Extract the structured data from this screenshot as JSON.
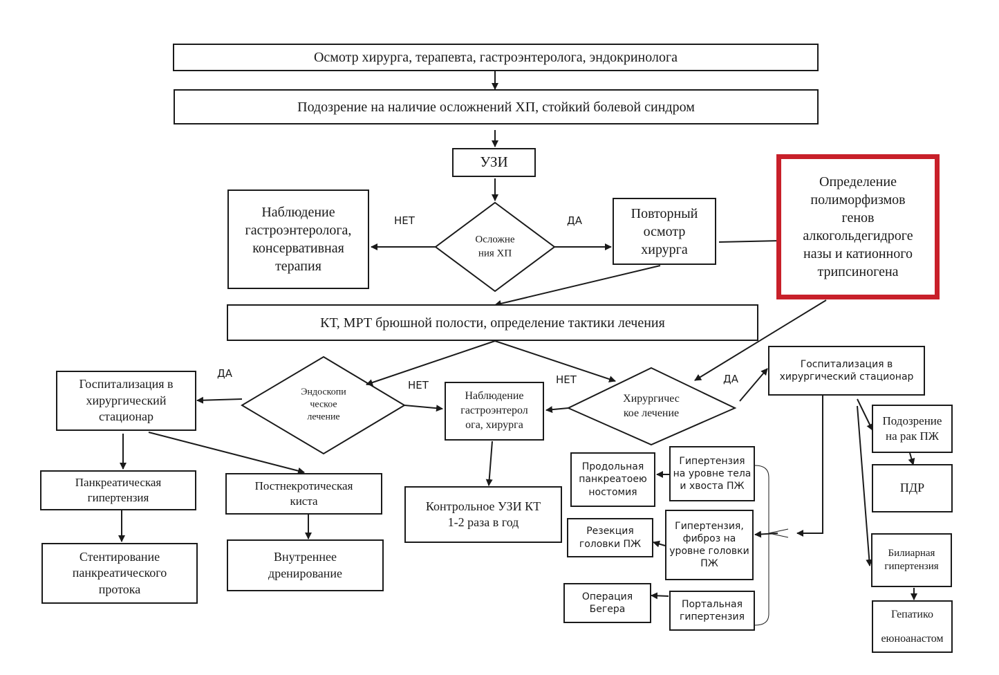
{
  "diagram": {
    "highlight_color": "#c8202a",
    "nodes": {
      "exam": "Осмотр хирурга, терапевта, гастроэнтеролога, эндокринолога",
      "suspicion": "Подозрение на наличие осложнений ХП, стойкий болевой синдром",
      "uzi": "УЗИ",
      "observation_gastro": "Наблюдение\nгастроэнтеролога,\nконсервативная\nтерапия",
      "complications_decision": "Осложне\nния ХП",
      "repeat_exam": "Повторный\nосмотр\nхирурга",
      "genetics": "Определение\nполиморфизмов\nгенов\nалкогольдегидроге\nназы и  катионного\nтрипсиногена",
      "ct_mri": "КТ, МРТ брюшной полости, определение тактики лечения",
      "hospital_left": "Госпитализация в\nхирургический\nстационар",
      "endoscopic_decision": "Эндоскопи\nческое\nлечение",
      "observation_surgeon": "Наблюдение\nгастроэнтерол\nога, хирурга",
      "surgical_decision": "Хирургичес\nкое лечение",
      "hospital_right": "Госпитализация в\nхирургический стационар",
      "pancreatic_hypertension": "Панкреатическая\nгипертензия",
      "postnecrotic_cyst": "Постнекротическая\nкиста",
      "control_uzi": "Контрольное УЗИ КТ\n1-2 раза в год",
      "stenting": "Стентирование\nпанкреатического\nпротока",
      "internal_drainage": "Внутреннее\nдренирование",
      "long_pancreato": "Продольная\nпанкреатоею\nностомия",
      "hypert_body_tail": "Гипертензия\nна уровне тела\nи хвоста ПЖ",
      "head_resection": "Резекция\nголовки ПЖ",
      "hypert_head": "Гипертензия,\nфиброз на\nуровне головки\nПЖ",
      "frey_operation": "Операция\nБегера",
      "portal_hypert": "Портальная\nгипертензия",
      "cancer_suspicion": "Подозрение\nна рак ПЖ",
      "pdr": "ПДР",
      "biliary_hypert": "Билиарная\nгипертензия",
      "hepatico": "Гепатико\n\nеюноанастом"
    },
    "edge_labels": {
      "no_1": "НЕТ",
      "yes_1": "ДА",
      "yes_2": "ДА",
      "no_2": "НЕТ",
      "no_3": "НЕТ",
      "yes_3": "ДА"
    }
  }
}
